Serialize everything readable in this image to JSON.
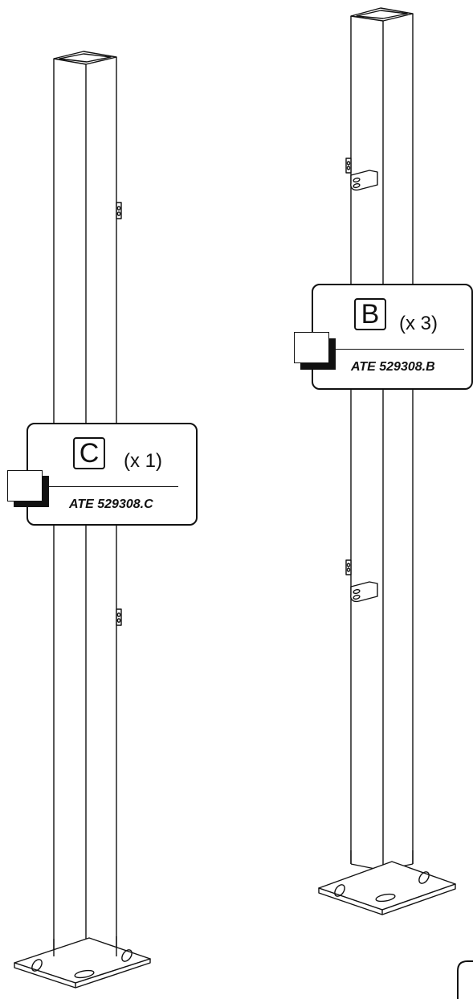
{
  "labels": {
    "c": {
      "letter": "C",
      "quantity": "(x 1)",
      "code": "ATE 529308.C"
    },
    "b": {
      "letter": "B",
      "quantity": "(x 3)",
      "code": "ATE 529308.B"
    }
  }
}
